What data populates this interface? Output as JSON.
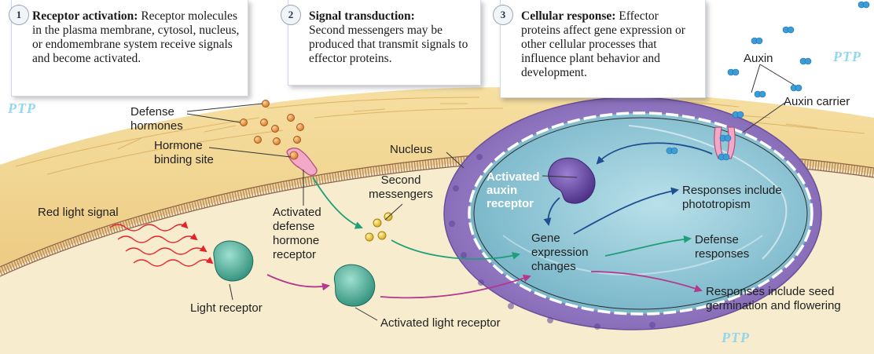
{
  "steps": [
    {
      "number": "1",
      "title": "Receptor activation:",
      "body": "Receptor molecules in the plasma membrane, cytosol, nucleus, or endomembrane system receive signals and become activated."
    },
    {
      "number": "2",
      "title": "Signal transduction:",
      "body": "Second messengers may be produced that transmit signals to effector proteins."
    },
    {
      "number": "3",
      "title": "Cellular response:",
      "body": "Effector proteins affect gene expression or other cellular processes that influence plant behavior and development."
    }
  ],
  "labels": {
    "defense_hormones": "Defense hormones",
    "hormone_binding_site": "Hormone binding site",
    "red_light_signal": "Red light signal",
    "activated_defense_receptor": "Activated defense hormone receptor",
    "light_receptor": "Light receptor",
    "activated_light_receptor": "Activated light receptor",
    "second_messengers": "Second messengers",
    "nucleus": "Nucleus",
    "activated_auxin_receptor": "Activated auxin receptor",
    "gene_expression": "Gene expression changes",
    "auxin": "Auxin",
    "auxin_carrier": "Auxin carrier",
    "phototropism": "Responses include phototropism",
    "defense_responses": "Defense responses",
    "seed_flowering": "Responses include seed germination and flowering"
  },
  "watermark": "PTP",
  "colors": {
    "cell_wall": "#efcf86",
    "membrane": "#b98d6a",
    "cytoplasm": "#f7eccd",
    "nucleus_envelope": "#8e72bf",
    "nucleoplasm": "#8cc6d6",
    "defense_arrow": "#1f9e78",
    "light_arrow": "#b5388f",
    "red_light": "#e6232a",
    "auxin_arrow": "#1d4f91",
    "hormone": "#e8892a",
    "auxin": "#3c9ed8"
  }
}
